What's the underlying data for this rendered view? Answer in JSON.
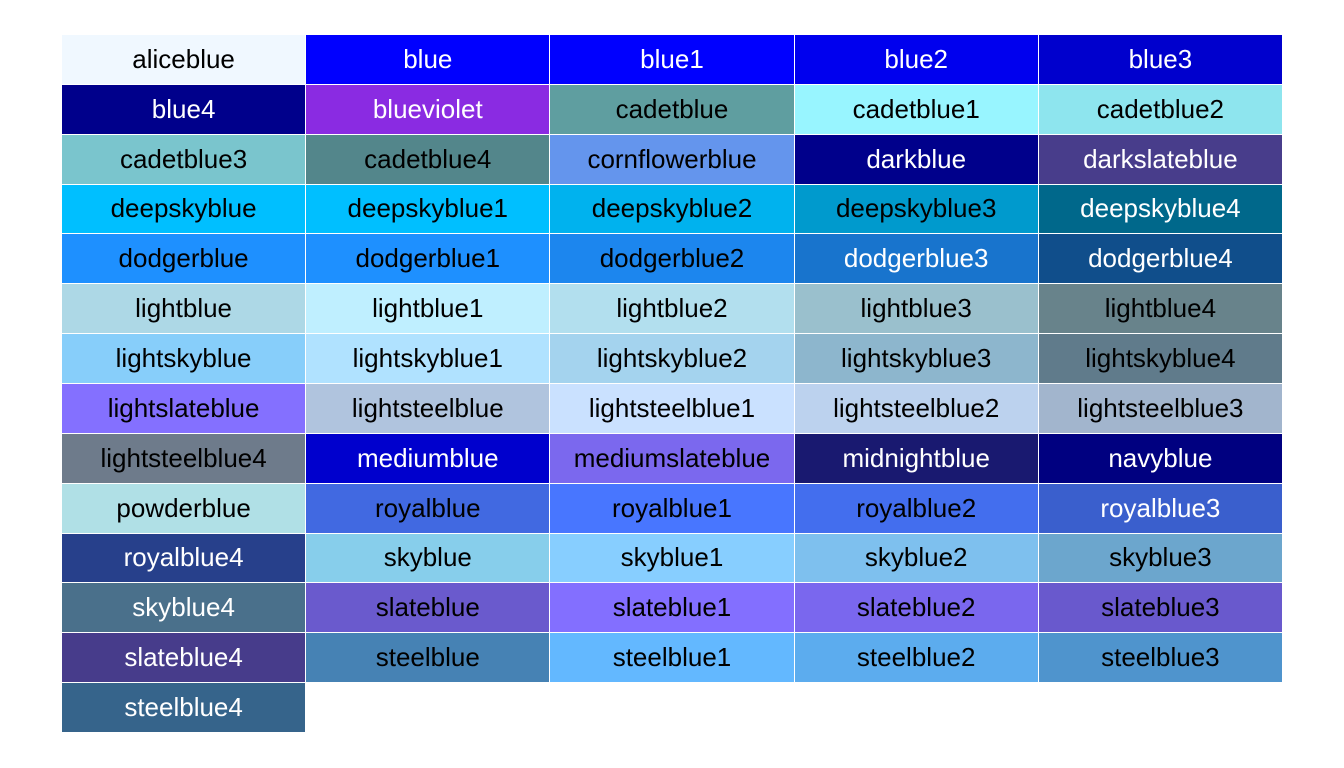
{
  "chart_data": {
    "type": "table",
    "columns": 5,
    "swatches": [
      {
        "name": "aliceblue",
        "color": "#F0F8FF",
        "text_color": "#000000"
      },
      {
        "name": "blue",
        "color": "#0000FF",
        "text_color": "#FFFFFF"
      },
      {
        "name": "blue1",
        "color": "#0000FF",
        "text_color": "#FFFFFF"
      },
      {
        "name": "blue2",
        "color": "#0000EE",
        "text_color": "#FFFFFF"
      },
      {
        "name": "blue3",
        "color": "#0000CD",
        "text_color": "#FFFFFF"
      },
      {
        "name": "blue4",
        "color": "#00008B",
        "text_color": "#FFFFFF"
      },
      {
        "name": "blueviolet",
        "color": "#8A2BE2",
        "text_color": "#FFFFFF"
      },
      {
        "name": "cadetblue",
        "color": "#5F9EA0",
        "text_color": "#000000"
      },
      {
        "name": "cadetblue1",
        "color": "#98F5FF",
        "text_color": "#000000"
      },
      {
        "name": "cadetblue2",
        "color": "#8EE5EE",
        "text_color": "#000000"
      },
      {
        "name": "cadetblue3",
        "color": "#7AC5CD",
        "text_color": "#000000"
      },
      {
        "name": "cadetblue4",
        "color": "#53868B",
        "text_color": "#000000"
      },
      {
        "name": "cornflowerblue",
        "color": "#6495ED",
        "text_color": "#000000"
      },
      {
        "name": "darkblue",
        "color": "#00008B",
        "text_color": "#FFFFFF"
      },
      {
        "name": "darkslateblue",
        "color": "#483D8B",
        "text_color": "#FFFFFF"
      },
      {
        "name": "deepskyblue",
        "color": "#00BFFF",
        "text_color": "#000000"
      },
      {
        "name": "deepskyblue1",
        "color": "#00BFFF",
        "text_color": "#000000"
      },
      {
        "name": "deepskyblue2",
        "color": "#00B2EE",
        "text_color": "#000000"
      },
      {
        "name": "deepskyblue3",
        "color": "#009ACD",
        "text_color": "#000000"
      },
      {
        "name": "deepskyblue4",
        "color": "#00688B",
        "text_color": "#FFFFFF"
      },
      {
        "name": "dodgerblue",
        "color": "#1E90FF",
        "text_color": "#000000"
      },
      {
        "name": "dodgerblue1",
        "color": "#1E90FF",
        "text_color": "#000000"
      },
      {
        "name": "dodgerblue2",
        "color": "#1C86EE",
        "text_color": "#000000"
      },
      {
        "name": "dodgerblue3",
        "color": "#1874CD",
        "text_color": "#FFFFFF"
      },
      {
        "name": "dodgerblue4",
        "color": "#104E8B",
        "text_color": "#FFFFFF"
      },
      {
        "name": "lightblue",
        "color": "#ADD8E6",
        "text_color": "#000000"
      },
      {
        "name": "lightblue1",
        "color": "#BFEFFF",
        "text_color": "#000000"
      },
      {
        "name": "lightblue2",
        "color": "#B2DFEE",
        "text_color": "#000000"
      },
      {
        "name": "lightblue3",
        "color": "#9AC0CD",
        "text_color": "#000000"
      },
      {
        "name": "lightblue4",
        "color": "#68838B",
        "text_color": "#000000"
      },
      {
        "name": "lightskyblue",
        "color": "#87CEFA",
        "text_color": "#000000"
      },
      {
        "name": "lightskyblue1",
        "color": "#B0E2FF",
        "text_color": "#000000"
      },
      {
        "name": "lightskyblue2",
        "color": "#A4D3EE",
        "text_color": "#000000"
      },
      {
        "name": "lightskyblue3",
        "color": "#8DB6CD",
        "text_color": "#000000"
      },
      {
        "name": "lightskyblue4",
        "color": "#607B8B",
        "text_color": "#000000"
      },
      {
        "name": "lightslateblue",
        "color": "#8470FF",
        "text_color": "#000000"
      },
      {
        "name": "lightsteelblue",
        "color": "#B0C4DE",
        "text_color": "#000000"
      },
      {
        "name": "lightsteelblue1",
        "color": "#CAE1FF",
        "text_color": "#000000"
      },
      {
        "name": "lightsteelblue2",
        "color": "#BCD2EE",
        "text_color": "#000000"
      },
      {
        "name": "lightsteelblue3",
        "color": "#A2B5CD",
        "text_color": "#000000"
      },
      {
        "name": "lightsteelblue4",
        "color": "#6E7B8B",
        "text_color": "#000000"
      },
      {
        "name": "mediumblue",
        "color": "#0000CD",
        "text_color": "#FFFFFF"
      },
      {
        "name": "mediumslateblue",
        "color": "#7B68EE",
        "text_color": "#000000"
      },
      {
        "name": "midnightblue",
        "color": "#191970",
        "text_color": "#FFFFFF"
      },
      {
        "name": "navyblue",
        "color": "#000080",
        "text_color": "#FFFFFF"
      },
      {
        "name": "powderblue",
        "color": "#B0E0E6",
        "text_color": "#000000"
      },
      {
        "name": "royalblue",
        "color": "#4169E1",
        "text_color": "#000000"
      },
      {
        "name": "royalblue1",
        "color": "#4876FF",
        "text_color": "#000000"
      },
      {
        "name": "royalblue2",
        "color": "#436EEE",
        "text_color": "#000000"
      },
      {
        "name": "royalblue3",
        "color": "#3A5FCD",
        "text_color": "#FFFFFF"
      },
      {
        "name": "royalblue4",
        "color": "#27408B",
        "text_color": "#FFFFFF"
      },
      {
        "name": "skyblue",
        "color": "#87CEEB",
        "text_color": "#000000"
      },
      {
        "name": "skyblue1",
        "color": "#87CEFF",
        "text_color": "#000000"
      },
      {
        "name": "skyblue2",
        "color": "#7EC0EE",
        "text_color": "#000000"
      },
      {
        "name": "skyblue3",
        "color": "#6CA6CD",
        "text_color": "#000000"
      },
      {
        "name": "skyblue4",
        "color": "#4A708B",
        "text_color": "#FFFFFF"
      },
      {
        "name": "slateblue",
        "color": "#6A5ACD",
        "text_color": "#000000"
      },
      {
        "name": "slateblue1",
        "color": "#836FFF",
        "text_color": "#000000"
      },
      {
        "name": "slateblue2",
        "color": "#7A67EE",
        "text_color": "#000000"
      },
      {
        "name": "slateblue3",
        "color": "#6959CD",
        "text_color": "#000000"
      },
      {
        "name": "slateblue4",
        "color": "#473C8B",
        "text_color": "#FFFFFF"
      },
      {
        "name": "steelblue",
        "color": "#4682B4",
        "text_color": "#000000"
      },
      {
        "name": "steelblue1",
        "color": "#63B8FF",
        "text_color": "#000000"
      },
      {
        "name": "steelblue2",
        "color": "#5CACEE",
        "text_color": "#000000"
      },
      {
        "name": "steelblue3",
        "color": "#4F94CD",
        "text_color": "#000000"
      },
      {
        "name": "steelblue4",
        "color": "#36648B",
        "text_color": "#FFFFFF"
      }
    ]
  }
}
